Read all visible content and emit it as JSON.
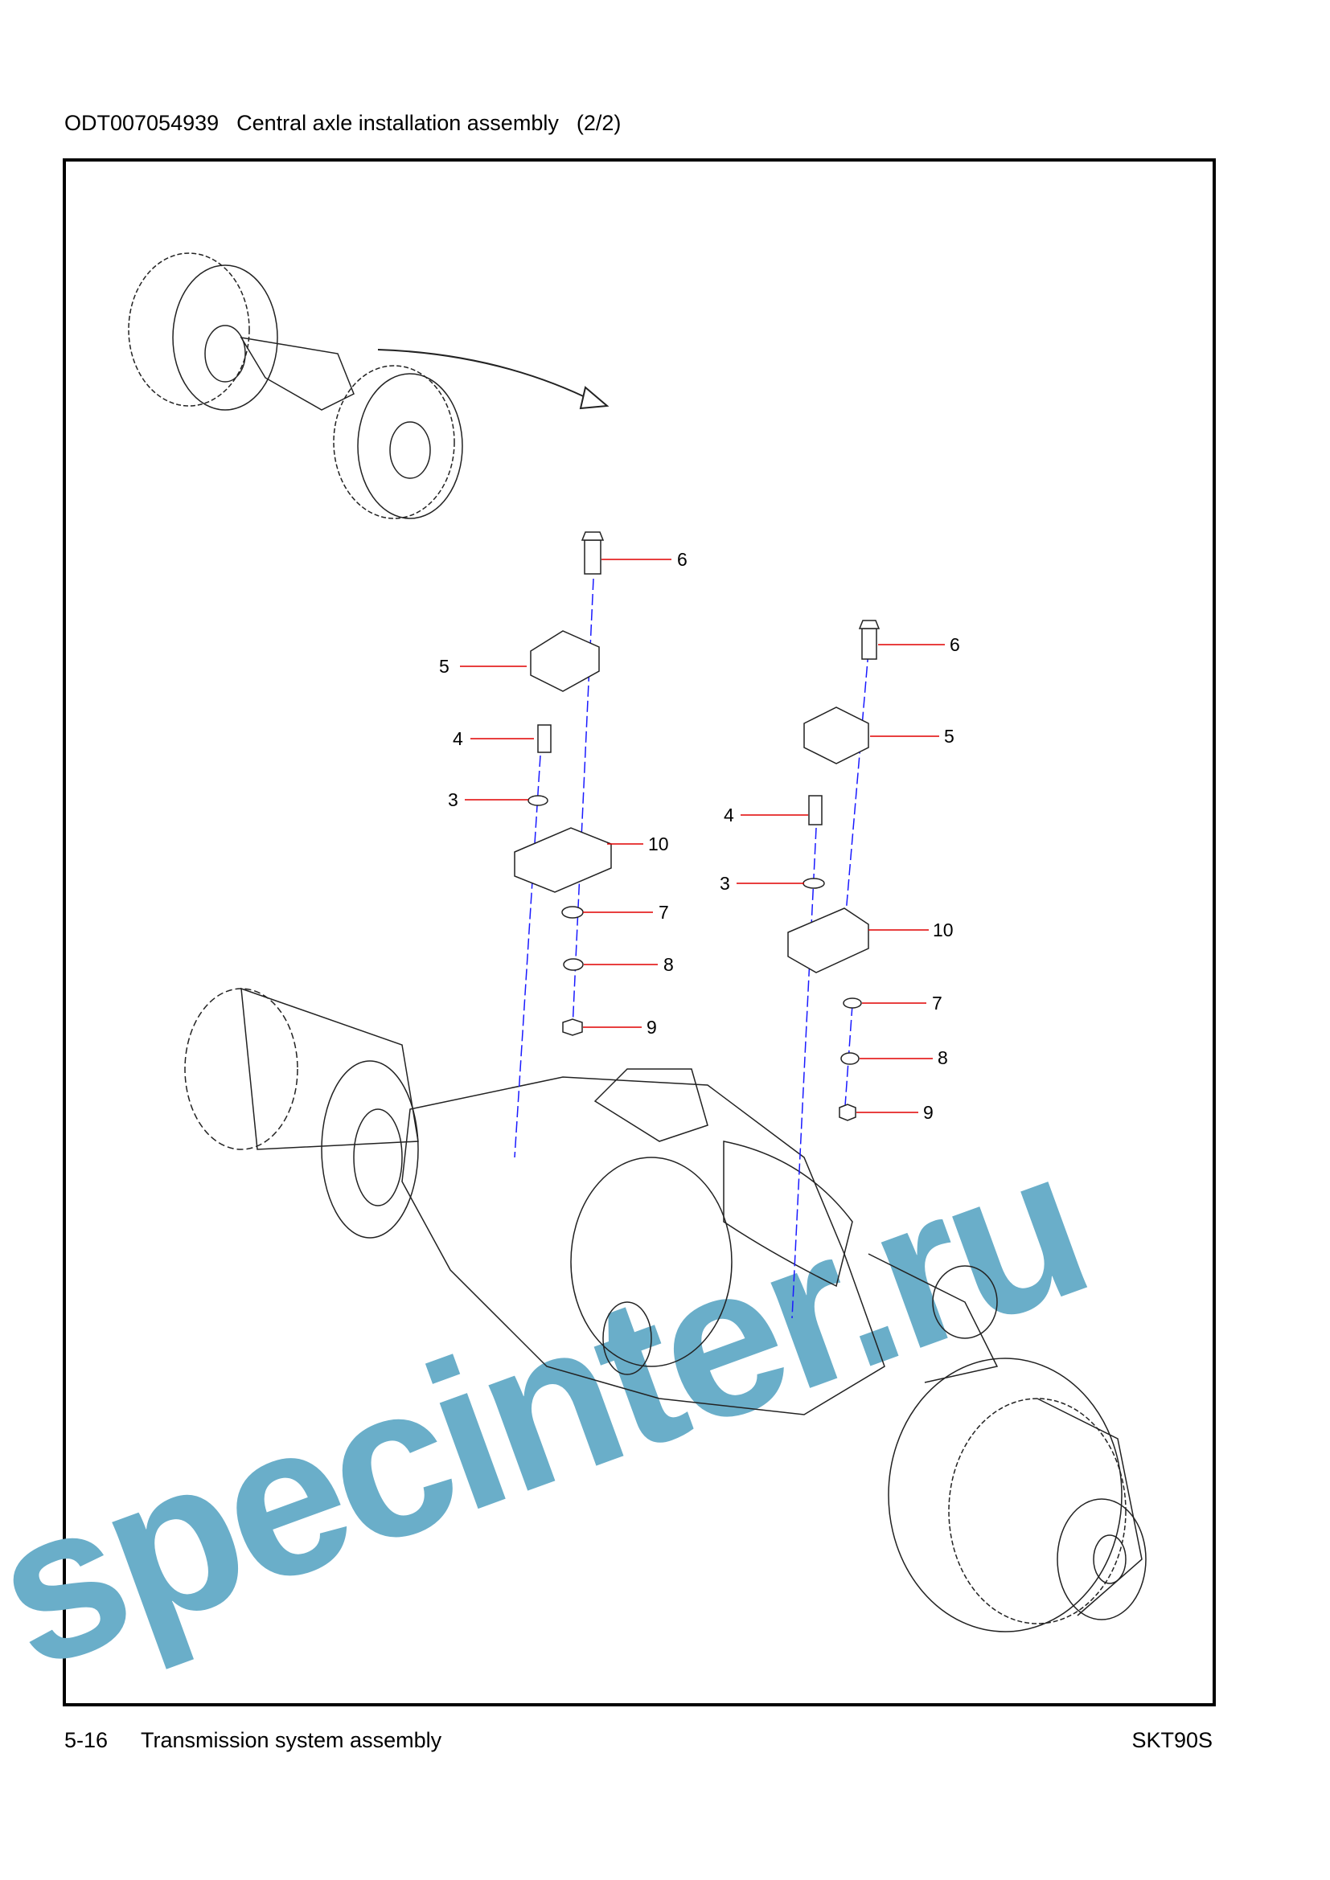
{
  "header": {
    "doc_code": "ODT007054939",
    "title": "Central axle installation assembly",
    "page_part": "(2/2)"
  },
  "callouts": {
    "left": {
      "c6": "6",
      "c5": "5",
      "c4": "4",
      "c3": "3",
      "c10": "10",
      "c7": "7",
      "c8": "8",
      "c9": "9"
    },
    "right": {
      "c6": "6",
      "c5": "5",
      "c4": "4",
      "c3": "3",
      "c10": "10",
      "c7": "7",
      "c8": "8",
      "c9": "9"
    }
  },
  "watermark": "specinter.ru",
  "footer": {
    "page": "5-16",
    "section": "Transmission system assembly",
    "model": "SKT90S"
  },
  "colors": {
    "leader": "#e00000",
    "axis_line": "#1a1aff",
    "watermark": "#6aaec9"
  }
}
